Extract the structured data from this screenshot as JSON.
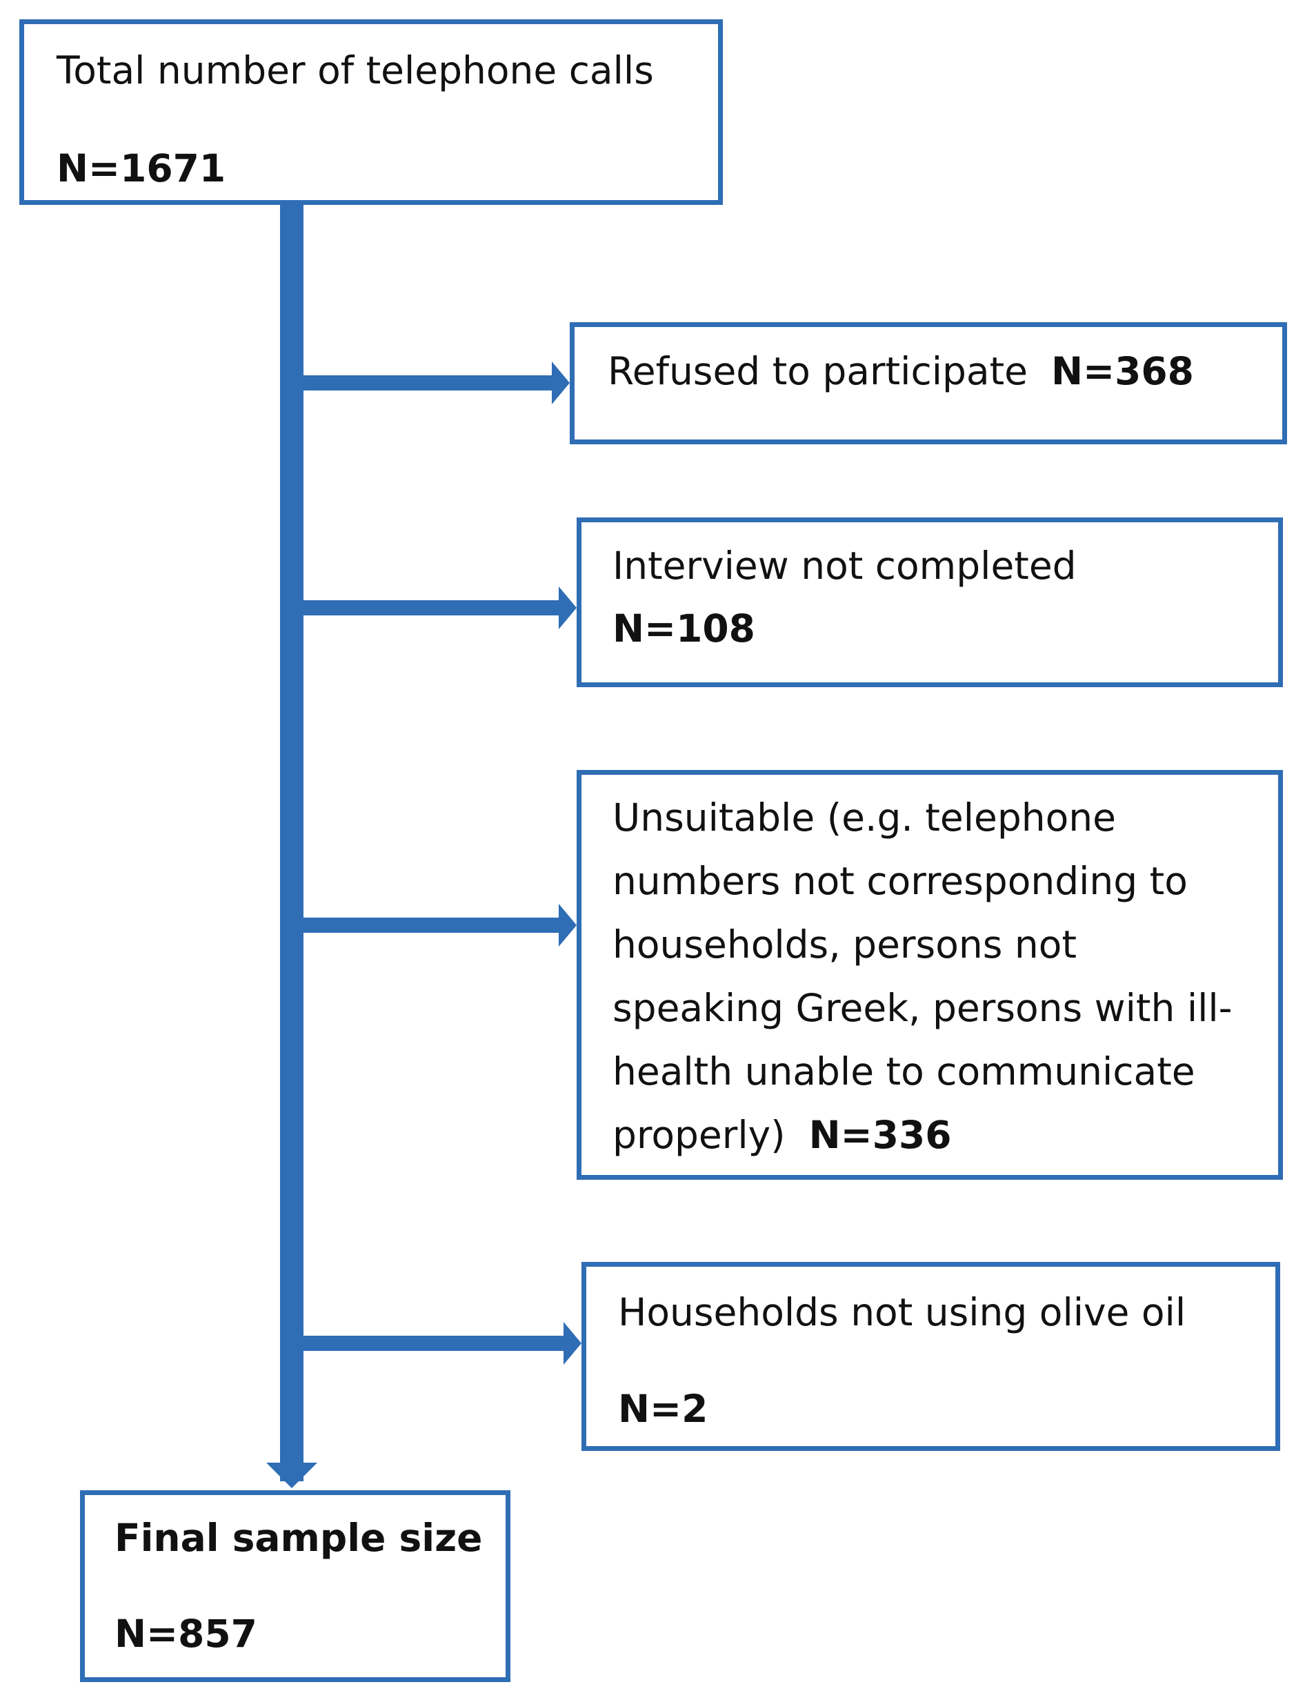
{
  "nodes": {
    "total": {
      "label": "Total number of telephone calls",
      "n": "N=1671"
    },
    "refused": {
      "label": "Refused to participate",
      "n": "N=368"
    },
    "interview_not_completed": {
      "label": "Interview not completed",
      "n": "N=108"
    },
    "unsuitable": {
      "lines": [
        "Unsuitable (e.g. telephone",
        "numbers not corresponding to",
        "households, persons not",
        "speaking Greek, persons with ill-",
        "health unable to communicate",
        "properly)"
      ],
      "n": "N=336"
    },
    "no_olive_oil": {
      "label": "Households not using olive oil",
      "n": "N=2"
    },
    "final": {
      "label": "Final sample size",
      "n": "N=857"
    }
  },
  "colors": {
    "border": "#2f6db5",
    "arrow": "#2f6db5",
    "text": "#111111",
    "background": "#ffffff"
  }
}
